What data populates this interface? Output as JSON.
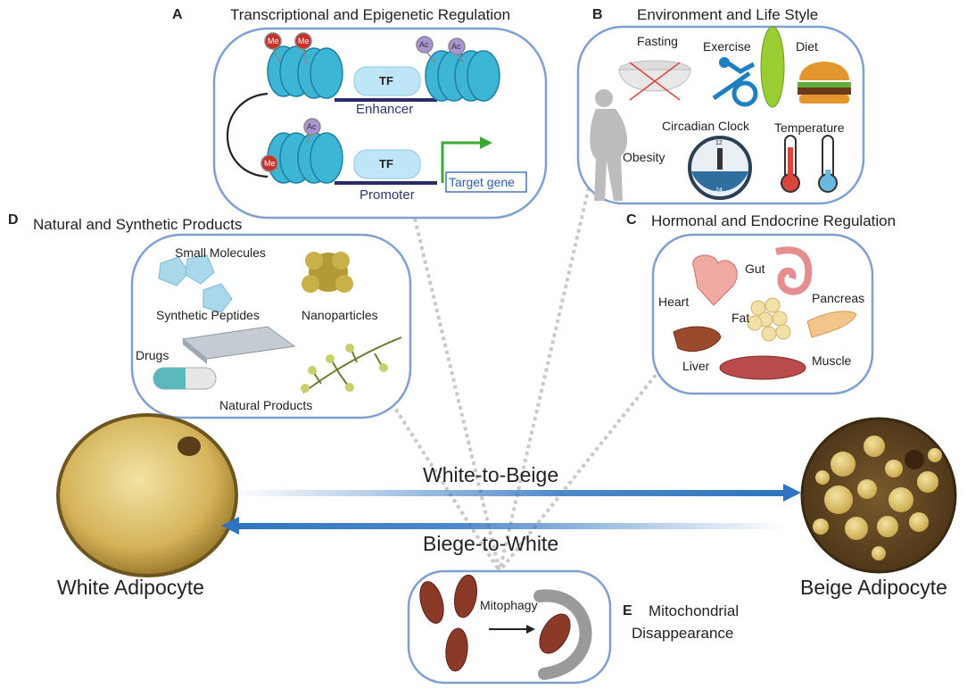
{
  "panels": {
    "a": {
      "letter": "A",
      "title": "Transcriptional and Epigenetic Regulation",
      "tf1": "TF",
      "tf2": "TF",
      "enhancer": "Enhancer",
      "promoter": "Promoter",
      "target_gene": "Target gene",
      "me": "Me",
      "ac": "Ac"
    },
    "b": {
      "letter": "B",
      "title": "Environment and Life Style",
      "fasting": "Fasting",
      "exercise": "Exercise",
      "diet": "Diet",
      "circadian": "Circadian Clock",
      "temperature": "Temperature",
      "obesity": "Obesity",
      "clock_12": "12",
      "clock_24": "24"
    },
    "c": {
      "letter": "C",
      "title": "Hormonal and Endocrine Regulation",
      "heart": "Heart",
      "gut": "Gut",
      "pancreas": "Pancreas",
      "fat": "Fat",
      "liver": "Liver",
      "muscle": "Muscle"
    },
    "d": {
      "letter": "D",
      "title": "Natural and Synthetic Products",
      "small_molecules": "Small Molecules",
      "nanoparticles": "Nanoparticles",
      "synthetic_peptides": "Synthetic Peptides",
      "drugs": "Drugs",
      "natural_products": "Natural Products"
    },
    "e": {
      "letter": "E",
      "title_line1": "Mitochondrial",
      "title_line2": "Disappearance",
      "mitophagy": "Mitophagy"
    }
  },
  "arrows": {
    "white_to_beige": "White-to-Beige",
    "beige_to_white": "Biege-to-White"
  },
  "cells": {
    "white": "White Adipocyte",
    "beige": "Beige Adipocyte"
  },
  "colors": {
    "panel_border": "#7f9fd1",
    "arrow": "#2f74c0",
    "nucleosome": "#3db6d6",
    "white_cell": "#d8bb62",
    "beige_cell": "#5b4220",
    "mito": "#8b3a28"
  }
}
